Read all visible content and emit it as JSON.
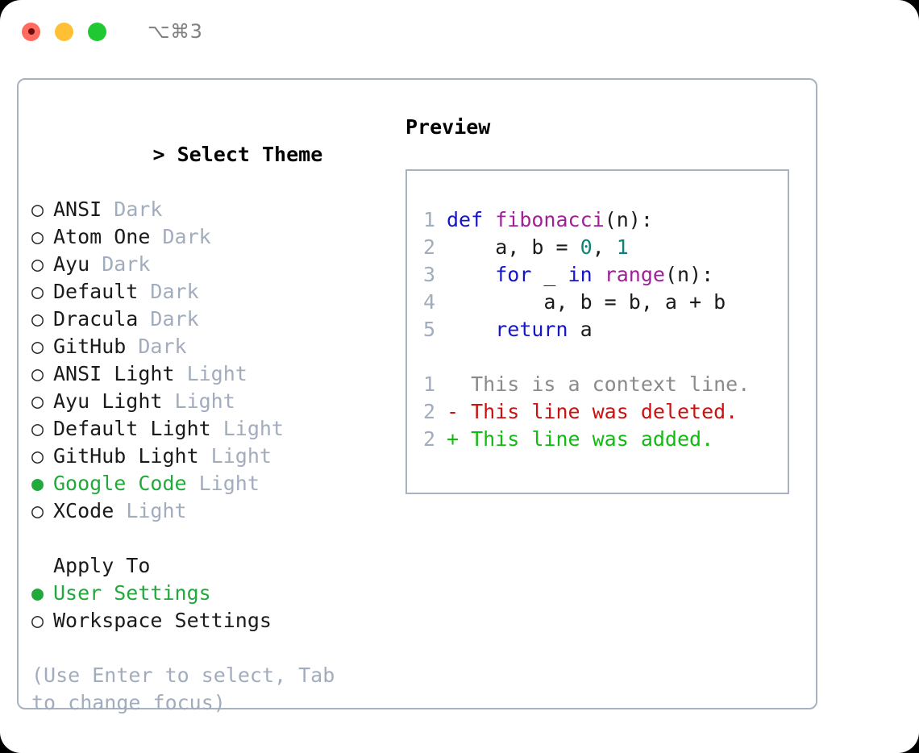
{
  "window": {
    "background": "#000000",
    "surface": "#ffffff",
    "border_color": "#a9b2c0"
  },
  "titlebar": {
    "traffic_lights": [
      {
        "name": "close",
        "color": "#ff6b5e"
      },
      {
        "name": "minimize",
        "color": "#ffc133"
      },
      {
        "name": "zoom",
        "color": "#20c933"
      }
    ],
    "shortcut": "⌥⌘3"
  },
  "theme_picker": {
    "header_prefix": "> ",
    "header": "Select Theme",
    "bullet_selected": "●",
    "bullet_unselected": "○",
    "selected_color": "#22a93c",
    "tag_color": "#a1acbd",
    "items": [
      {
        "name": "ANSI",
        "tag": "Dark",
        "selected": false
      },
      {
        "name": "Atom One",
        "tag": "Dark",
        "selected": false
      },
      {
        "name": "Ayu",
        "tag": "Dark",
        "selected": false
      },
      {
        "name": "Default",
        "tag": "Dark",
        "selected": false
      },
      {
        "name": "Dracula",
        "tag": "Dark",
        "selected": false
      },
      {
        "name": "GitHub",
        "tag": "Dark",
        "selected": false
      },
      {
        "name": "ANSI Light",
        "tag": "Light",
        "selected": false
      },
      {
        "name": "Ayu Light",
        "tag": "Light",
        "selected": false
      },
      {
        "name": "Default Light",
        "tag": "Light",
        "selected": false
      },
      {
        "name": "GitHub Light",
        "tag": "Light",
        "selected": false
      },
      {
        "name": "Google Code",
        "tag": "Light",
        "selected": true
      },
      {
        "name": "XCode",
        "tag": "Light",
        "selected": false
      }
    ]
  },
  "apply_to": {
    "title": "Apply To",
    "items": [
      {
        "name": "User Settings",
        "selected": true
      },
      {
        "name": "Workspace Settings",
        "selected": false
      }
    ]
  },
  "hint": "(Use Enter to select, Tab to change focus)",
  "preview": {
    "label": "Preview",
    "code_lines": [
      {
        "no": "1",
        "tokens": [
          {
            "t": "def ",
            "c": "kw"
          },
          {
            "t": "fibonacci",
            "c": "fn"
          },
          {
            "t": "(n):",
            "c": "pln"
          }
        ]
      },
      {
        "no": "2",
        "tokens": [
          {
            "t": "    a, b = ",
            "c": "pln"
          },
          {
            "t": "0",
            "c": "num"
          },
          {
            "t": ", ",
            "c": "pln"
          },
          {
            "t": "1",
            "c": "num"
          }
        ]
      },
      {
        "no": "3",
        "tokens": [
          {
            "t": "    ",
            "c": "pln"
          },
          {
            "t": "for",
            "c": "kw"
          },
          {
            "t": " _ ",
            "c": "pln"
          },
          {
            "t": "in",
            "c": "kw"
          },
          {
            "t": " ",
            "c": "pln"
          },
          {
            "t": "range",
            "c": "fn"
          },
          {
            "t": "(n):",
            "c": "pln"
          }
        ]
      },
      {
        "no": "4",
        "tokens": [
          {
            "t": "        a, b = b, a + b",
            "c": "pln"
          }
        ]
      },
      {
        "no": "5",
        "tokens": [
          {
            "t": "    ",
            "c": "pln"
          },
          {
            "t": "return",
            "c": "kw"
          },
          {
            "t": " a",
            "c": "pln"
          }
        ]
      }
    ],
    "diff_lines": [
      {
        "no": "1",
        "marker": "  ",
        "text": "This is a context line.",
        "c": "ctx"
      },
      {
        "no": "2",
        "marker": "- ",
        "text": "This line was deleted.",
        "c": "del"
      },
      {
        "no": "2",
        "marker": "+ ",
        "text": "This line was added.",
        "c": "add"
      }
    ],
    "colors": {
      "keyword": "#1616c8",
      "function": "#a0209a",
      "number": "#10827a",
      "plain": "#1b1b1b",
      "line_number": "#a1acbd",
      "context": "#8a8a8a",
      "deleted": "#cc1111",
      "added": "#11bb11"
    }
  }
}
